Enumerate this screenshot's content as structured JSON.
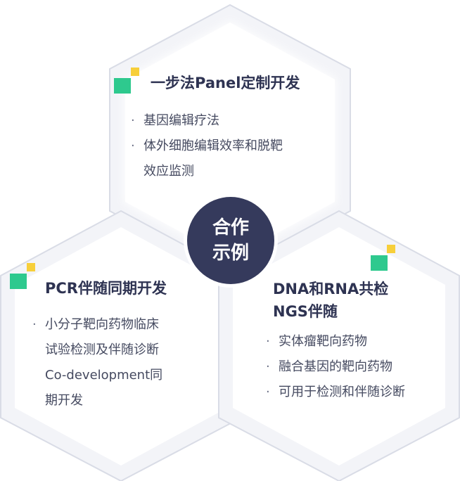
{
  "center": {
    "line1": "合作",
    "line2": "示例"
  },
  "colors": {
    "accent_green": "#2ec98e",
    "accent_yellow": "#f7cf3a",
    "center_bg": "#353a5c",
    "hex_border": "#d8dbe6"
  },
  "hexes": {
    "top": {
      "title": "一步法Panel定制开发",
      "items": [
        "基因编辑疗法",
        "体外细胞编辑效率和脱靶",
        "效应监测"
      ]
    },
    "left": {
      "title": "PCR伴随同期开发",
      "items": [
        "小分子靶向药物临床",
        "试验检测及伴随诊断",
        "Co-development同",
        "期开发"
      ]
    },
    "right": {
      "title_line1": "DNA和RNA共检",
      "title_line2": "NGS伴随",
      "items": [
        "实体瘤靶向药物",
        "融合基因的靶向药物",
        "可用于检测和伴随诊断"
      ]
    }
  }
}
